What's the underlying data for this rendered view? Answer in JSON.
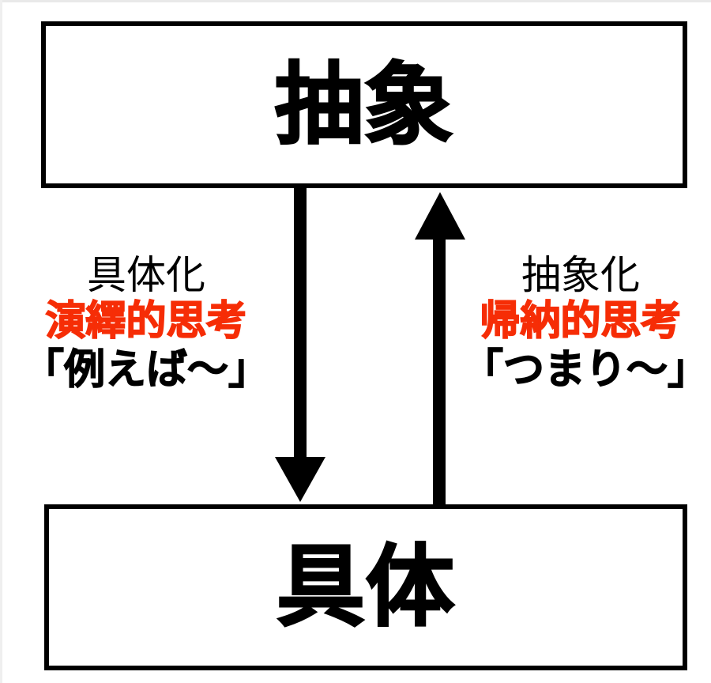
{
  "diagram": {
    "title": "abstract-concrete thinking diagram",
    "colors": {
      "stroke": "#000000",
      "background": "#ffffff",
      "accent_red": "#f62d06"
    },
    "boxes": {
      "top": {
        "label": "抽象",
        "meaning": "abstract"
      },
      "bottom": {
        "label": "具体",
        "meaning": "concrete"
      }
    },
    "arrows": [
      {
        "name": "downward-arrow",
        "direction": "down",
        "from": "抽象",
        "to": "具体",
        "icon": "arrow-down-icon"
      },
      {
        "name": "upward-arrow",
        "direction": "up",
        "from": "具体",
        "to": "抽象",
        "icon": "arrow-up-icon"
      }
    ],
    "labels": {
      "left": {
        "process": "具体化",
        "thinking": "演繹的思考",
        "phrase": "「例えば〜」"
      },
      "right": {
        "process": "抽象化",
        "thinking": "帰納的思考",
        "phrase": "「つまり〜」"
      }
    }
  }
}
